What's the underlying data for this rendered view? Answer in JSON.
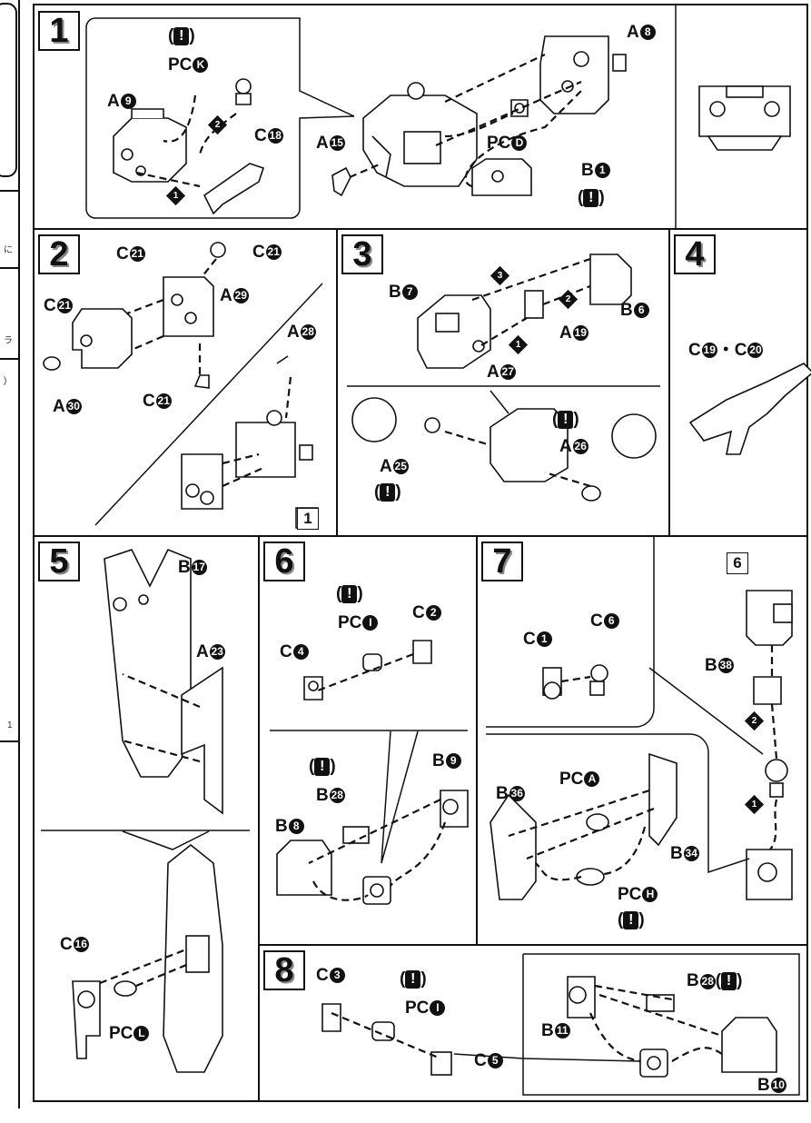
{
  "steps": [
    {
      "number": "1",
      "labels": {
        "pck": "PC",
        "pck_n": "K",
        "a9": "A",
        "a9_n": "9",
        "c18": "C",
        "c18_n": "18",
        "a15": "A",
        "a15_n": "15",
        "a8": "A",
        "a8_n": "8",
        "pcd": "PC",
        "pcd_n": "D",
        "b1": "B",
        "b1_n": "1"
      }
    },
    {
      "number": "2",
      "labels": {
        "c21a": "C",
        "n21": "21",
        "a29": "A",
        "a29_n": "29",
        "a28": "A",
        "a28_n": "28",
        "a30": "A",
        "a30_n": "30",
        "ref": "1"
      }
    },
    {
      "number": "3",
      "labels": {
        "b7": "B",
        "b7_n": "7",
        "b6": "B",
        "b6_n": "6",
        "a19": "A",
        "a19_n": "19",
        "a27": "A",
        "a27_n": "27",
        "a25": "A",
        "a25_n": "25",
        "a26": "A",
        "a26_n": "26"
      }
    },
    {
      "number": "4",
      "labels": {
        "c19": "C",
        "c19_n": "19",
        "sep": "・",
        "c20": "C",
        "c20_n": "20"
      }
    },
    {
      "number": "5",
      "labels": {
        "b17": "B",
        "b17_n": "17",
        "a23": "A",
        "a23_n": "23",
        "c16": "C",
        "c16_n": "16",
        "pcl": "PC",
        "pcl_n": "L"
      }
    },
    {
      "number": "6",
      "labels": {
        "pci": "PC",
        "pci_n": "I",
        "c2": "C",
        "c2_n": "2",
        "c4": "C",
        "c4_n": "4",
        "b28": "B",
        "b28_n": "28",
        "b9": "B",
        "b9_n": "9",
        "b8": "B",
        "b8_n": "8"
      }
    },
    {
      "number": "7",
      "labels": {
        "c1": "C",
        "c1_n": "1",
        "c6": "C",
        "c6_n": "6",
        "ref6": "6",
        "b38": "B",
        "b38_n": "38",
        "pca": "PC",
        "pca_n": "A",
        "b36": "B",
        "b36_n": "36",
        "b34": "B",
        "b34_n": "34",
        "pch": "PC",
        "pch_n": "H"
      }
    },
    {
      "number": "8",
      "labels": {
        "c3": "C",
        "c3_n": "3",
        "pci": "PC",
        "pci_n": "I",
        "c5": "C",
        "c5_n": "5",
        "b28": "B",
        "b28_n": "28",
        "b11": "B",
        "b11_n": "11",
        "b10": "B",
        "b10_n": "10"
      }
    }
  ],
  "warning_glyph": "!",
  "seq": {
    "one": "1",
    "two": "2",
    "three": "3"
  },
  "left_edge": {
    "a": "に",
    "b": "ラ",
    "c": ")",
    "d": "1"
  }
}
